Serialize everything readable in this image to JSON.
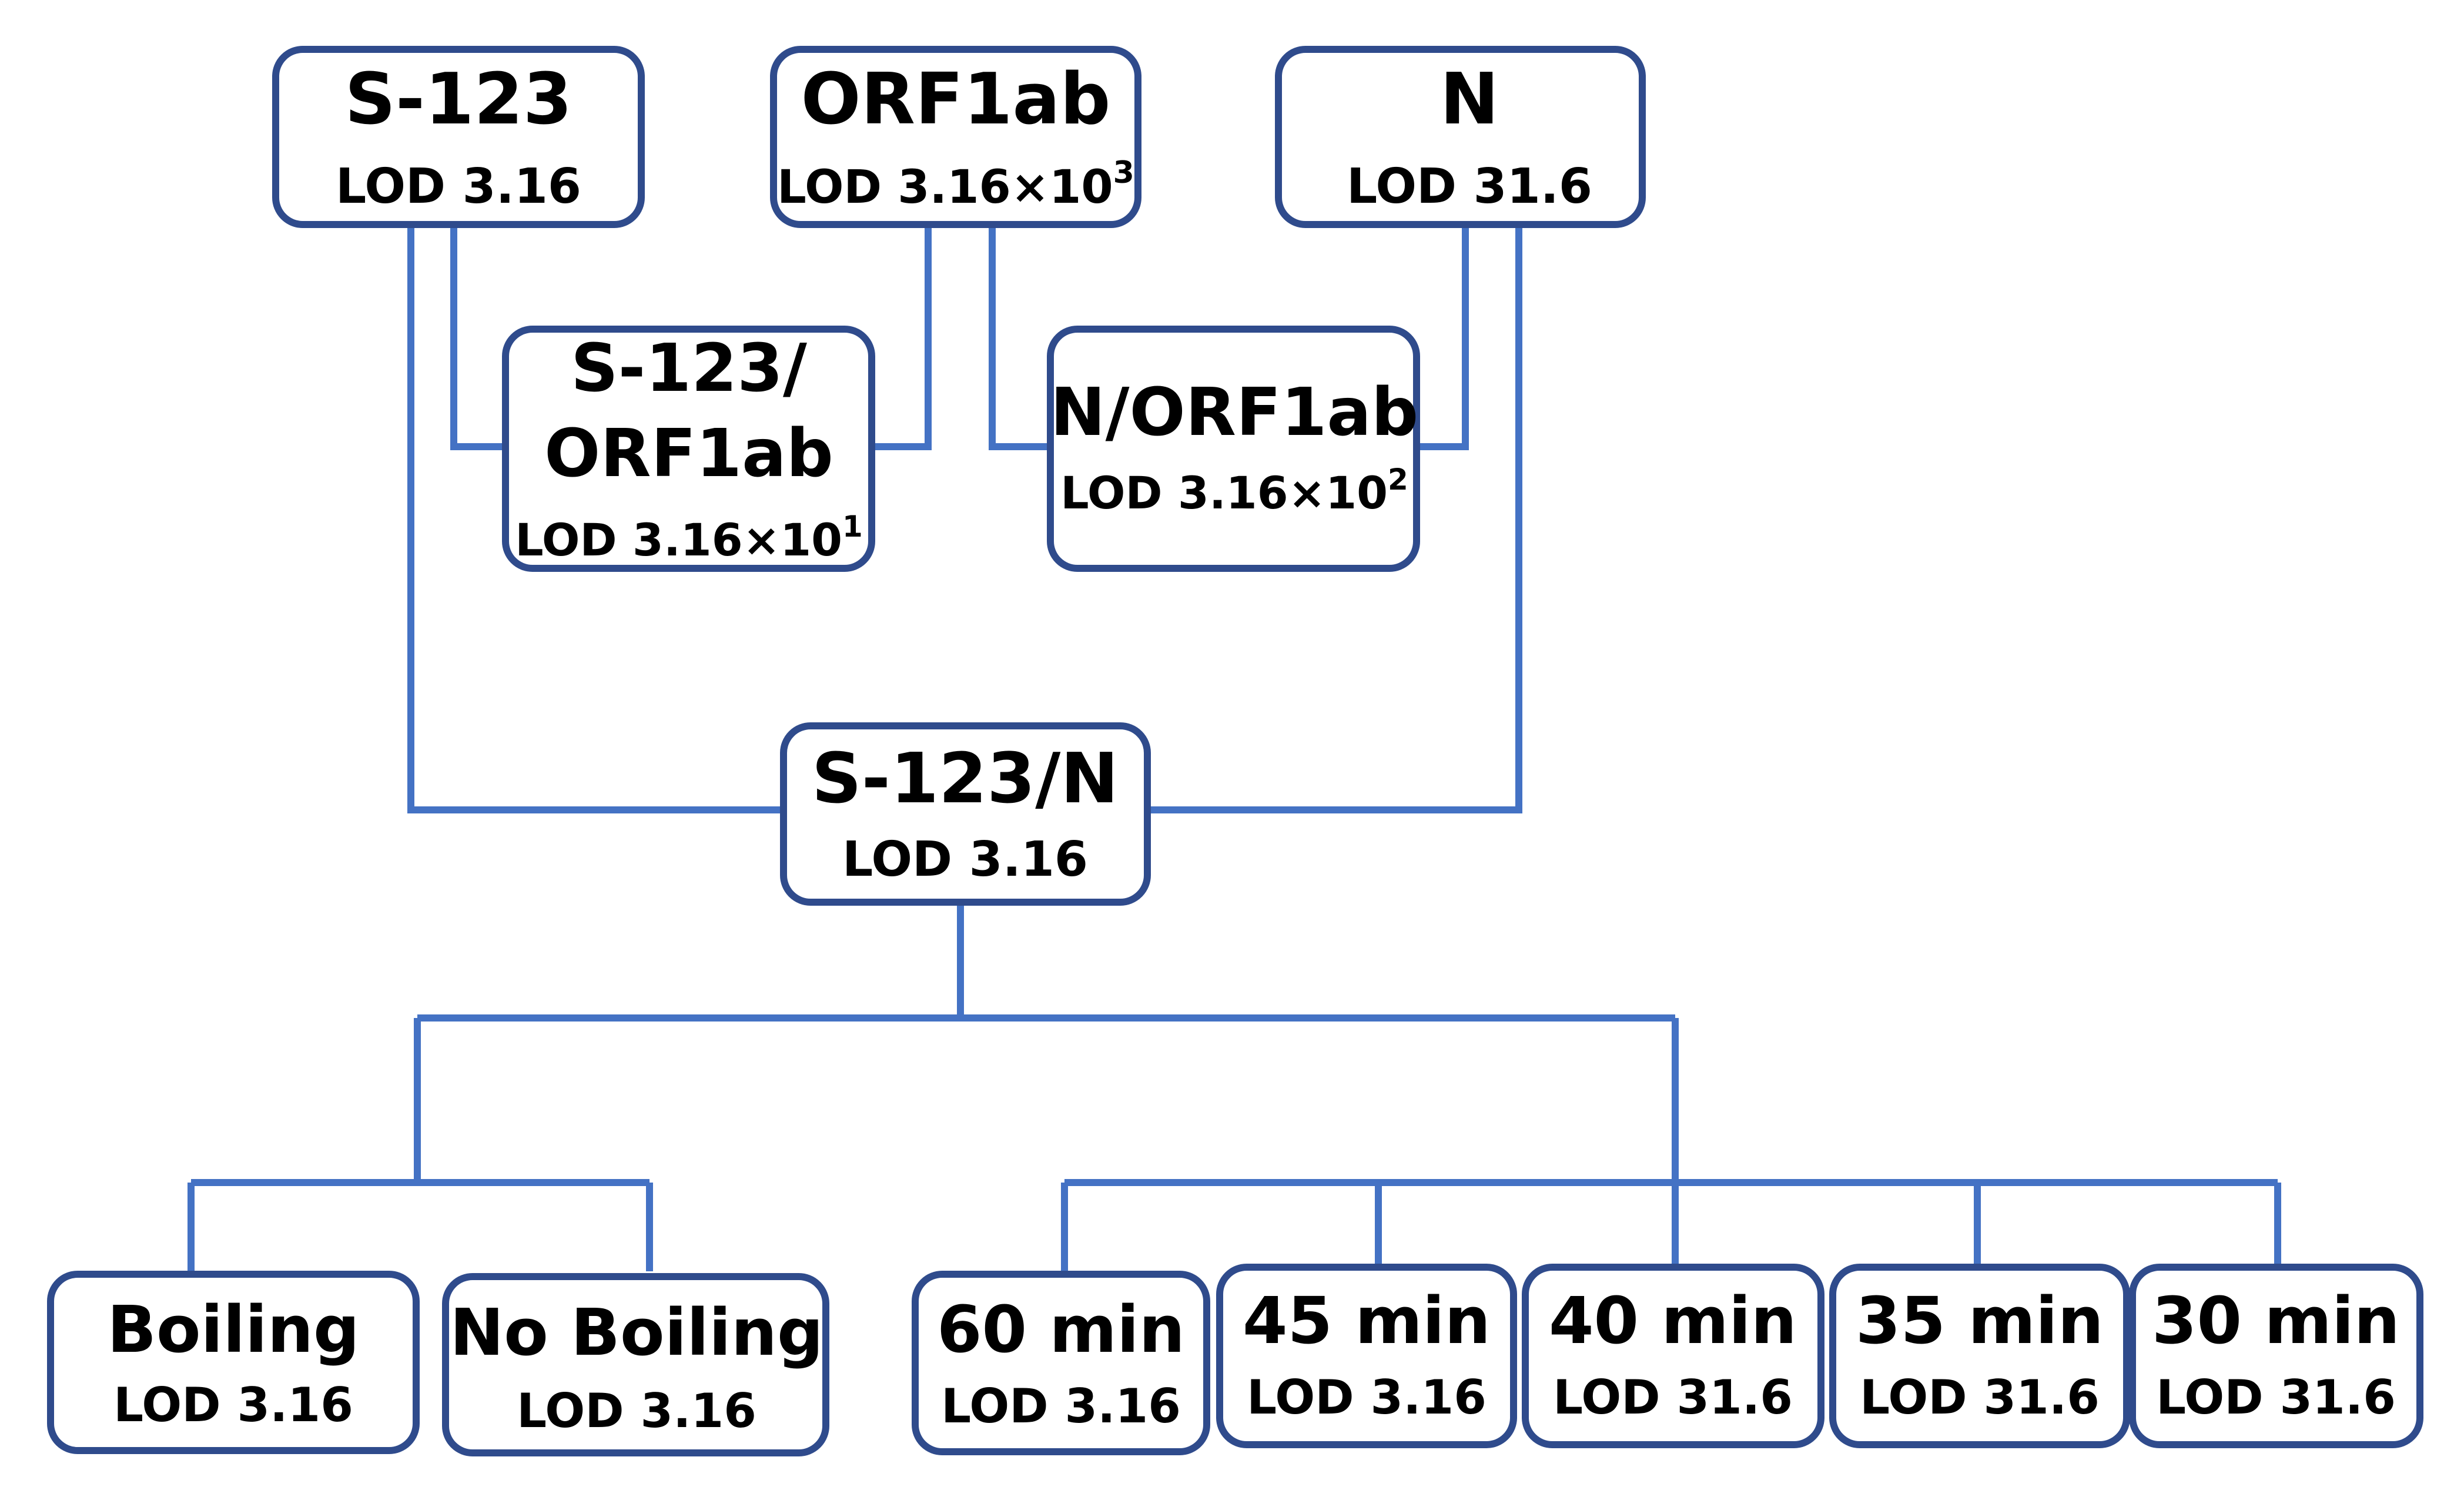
{
  "nodes": {
    "s123": {
      "title": "S-123",
      "lod": "LOD 3.16"
    },
    "orf1ab": {
      "title": "ORF1ab",
      "lod_base": "LOD 3.16×10",
      "lod_exp": "3"
    },
    "n": {
      "title": "N",
      "lod": "LOD 31.6"
    },
    "s123_orf1ab": {
      "title_line1": "S-123/",
      "title_line2": "ORF1ab",
      "lod_base": "LOD 3.16×10",
      "lod_exp": "1"
    },
    "n_orf1ab": {
      "title": "N/ORF1ab",
      "lod_base": "LOD 3.16×10",
      "lod_exp": "2"
    },
    "s123_n": {
      "title": "S-123/N",
      "lod": "LOD 3.16"
    },
    "boiling": {
      "title": "Boiling",
      "lod": "LOD 3.16"
    },
    "no_boiling": {
      "title": "No Boiling",
      "lod": "LOD 3.16"
    },
    "min60": {
      "title": "60 min",
      "lod": "LOD 3.16"
    },
    "min45": {
      "title": "45 min",
      "lod": "LOD 3.16"
    },
    "min40": {
      "title": "40 min",
      "lod": "LOD 31.6"
    },
    "min35": {
      "title": "35 min",
      "lod": "LOD 31.6"
    },
    "min30": {
      "title": "30 min",
      "lod": "LOD 31.6"
    }
  },
  "colors": {
    "box_stroke": "#2f4b8c",
    "connector": "#4472c4",
    "text": "#000000"
  }
}
